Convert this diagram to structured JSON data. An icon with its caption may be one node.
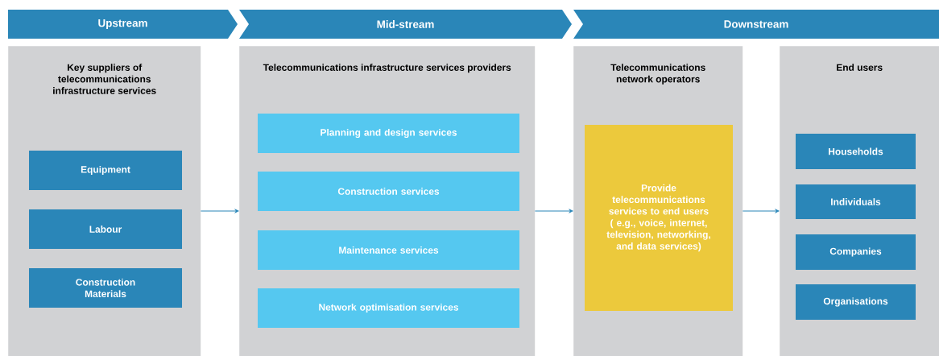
{
  "diagram": {
    "nodes": [
      {
        "text": [
          "Upstream"
        ]
      },
      {
        "text": [
          "Mid-stream"
        ]
      },
      {
        "text": [
          "Downstream"
        ]
      },
      {
        "text": [
          "Key suppliers of telecommunications infrastructure services"
        ]
      },
      {
        "text": [
          "Equipment"
        ],
        "in": 3
      },
      {
        "text": [
          "Labour"
        ],
        "in": 3
      },
      {
        "text": [
          "Construction Materials"
        ],
        "in": 3
      },
      {
        "text": [
          "Telecommunications infrastructure services providers"
        ]
      },
      {
        "text": [
          "Planning and design services"
        ],
        "in": 7
      },
      {
        "text": [
          "Construction services"
        ],
        "in": 7
      },
      {
        "text": [
          "Maintenance services"
        ],
        "in": 7
      },
      {
        "text": [
          "Network optimisation services"
        ],
        "in": 7
      },
      {
        "text": [
          "Telecommunications network operators"
        ]
      },
      {
        "text": [
          "Provide telecommunications services to end users ( e.g., voice, internet, television, networking, and data services)"
        ],
        "in": 12
      },
      {
        "text": [
          "End users"
        ]
      },
      {
        "text": [
          "Households"
        ],
        "in": 14
      },
      {
        "text": [
          "Individuals"
        ],
        "in": 14
      },
      {
        "text": [
          "Companies"
        ],
        "in": 14
      },
      {
        "text": [
          "Organisations"
        ],
        "in": 14
      }
    ],
    "edges": [
      {
        "from": 3,
        "to": 7,
        "arrow": "to"
      },
      {
        "from": 7,
        "to": 12,
        "arrow": "to"
      },
      {
        "from": 12,
        "to": 14,
        "arrow": "to"
      }
    ]
  }
}
